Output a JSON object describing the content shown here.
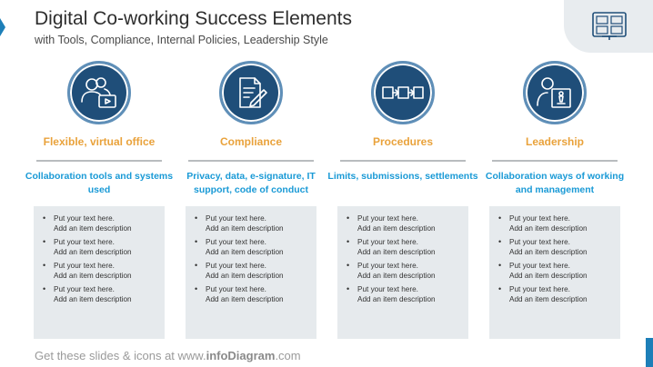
{
  "header": {
    "title": "Digital Co-working Success Elements",
    "subtitle": "with Tools, Compliance, Internal Policies, Leadership Style"
  },
  "columns": [
    {
      "icon": "remote-worker-icon",
      "title": "Flexible, virtual office",
      "description": "Collaboration  tools and systems used",
      "items": [
        {
          "line1": "Put your text here.",
          "line2": "Add an item description"
        },
        {
          "line1": "Put your text here.",
          "line2": "Add an item description"
        },
        {
          "line1": "Put your text here.",
          "line2": "Add an item description"
        },
        {
          "line1": "Put your text here.",
          "line2": "Add an item description"
        }
      ]
    },
    {
      "icon": "document-pen-icon",
      "title": "Compliance",
      "description": "Privacy, data, e-signature,  IT support,  code of conduct",
      "items": [
        {
          "line1": "Put your text here.",
          "line2": "Add an item description"
        },
        {
          "line1": "Put your text here.",
          "line2": "Add an item description"
        },
        {
          "line1": "Put your text here.",
          "line2": "Add an item description"
        },
        {
          "line1": "Put your text here.",
          "line2": "Add an item description"
        }
      ]
    },
    {
      "icon": "process-flow-icon",
      "title": "Procedures",
      "description": "Limits, submissions, settlements",
      "items": [
        {
          "line1": "Put your text here.",
          "line2": "Add an item description"
        },
        {
          "line1": "Put your text here.",
          "line2": "Add an item description"
        },
        {
          "line1": "Put your text here.",
          "line2": "Add an item description"
        },
        {
          "line1": "Put your text here.",
          "line2": "Add an item description"
        }
      ]
    },
    {
      "icon": "leader-chess-icon",
      "title": "Leadership",
      "description": "Collaboration  ways of working and management",
      "items": [
        {
          "line1": "Put your text here.",
          "line2": "Add an item description"
        },
        {
          "line1": "Put your text here.",
          "line2": "Add an item description"
        },
        {
          "line1": "Put your text here.",
          "line2": "Add an item description"
        },
        {
          "line1": "Put your text here.",
          "line2": "Add an item description"
        }
      ]
    }
  ],
  "footer": {
    "prefix": "Get these slides & icons at www.",
    "brand": "infoDiagram",
    "suffix": ".com"
  },
  "colors": {
    "icon_circle": "#1f4e79",
    "title_accent": "#e9a23b",
    "description_accent": "#1a9ad6",
    "box_fill": "#e6eaed"
  }
}
